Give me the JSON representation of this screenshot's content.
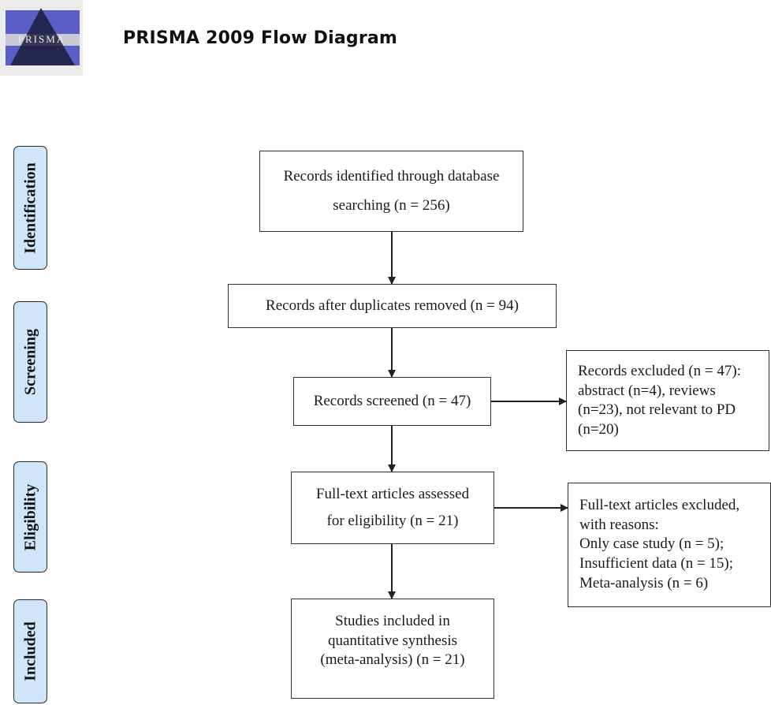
{
  "header": {
    "logo_text": "PRISMA",
    "title": "PRISMA 2009 Flow Diagram"
  },
  "colors": {
    "stage_fill": "#cfe6fa",
    "logo_blue": "#5a5fc8",
    "logo_dark": "#1b1c3a",
    "border": "#333333"
  },
  "stages": [
    {
      "label": "Identification"
    },
    {
      "label": "Screening"
    },
    {
      "label": "Eligibility"
    },
    {
      "label": "Included"
    }
  ],
  "boxes": {
    "identified": {
      "lines": [
        "Records identified through database",
        "searching (n = 256)"
      ]
    },
    "duplicates_removed": {
      "lines": [
        "Records after duplicates removed (n = 94)"
      ]
    },
    "screened": {
      "lines": [
        "Records screened (n = 47)"
      ]
    },
    "excluded": {
      "lines": [
        "Records excluded (n = 47):",
        "abstract (n=4), reviews",
        "(n=23), not relevant to PD",
        "(n=20)"
      ]
    },
    "full_text_assessed": {
      "lines": [
        "Full-text articles assessed",
        "for eligibility (n = 21)"
      ]
    },
    "full_text_excluded": {
      "lines": [
        "Full-text articles excluded,",
        "with reasons:",
        "Only case study (n = 5);",
        "Insufficient data (n = 15);",
        "Meta-analysis (n = 6)"
      ]
    },
    "included": {
      "lines": [
        "Studies included in",
        "quantitative synthesis",
        "(meta-analysis) (n = 21)"
      ]
    }
  }
}
